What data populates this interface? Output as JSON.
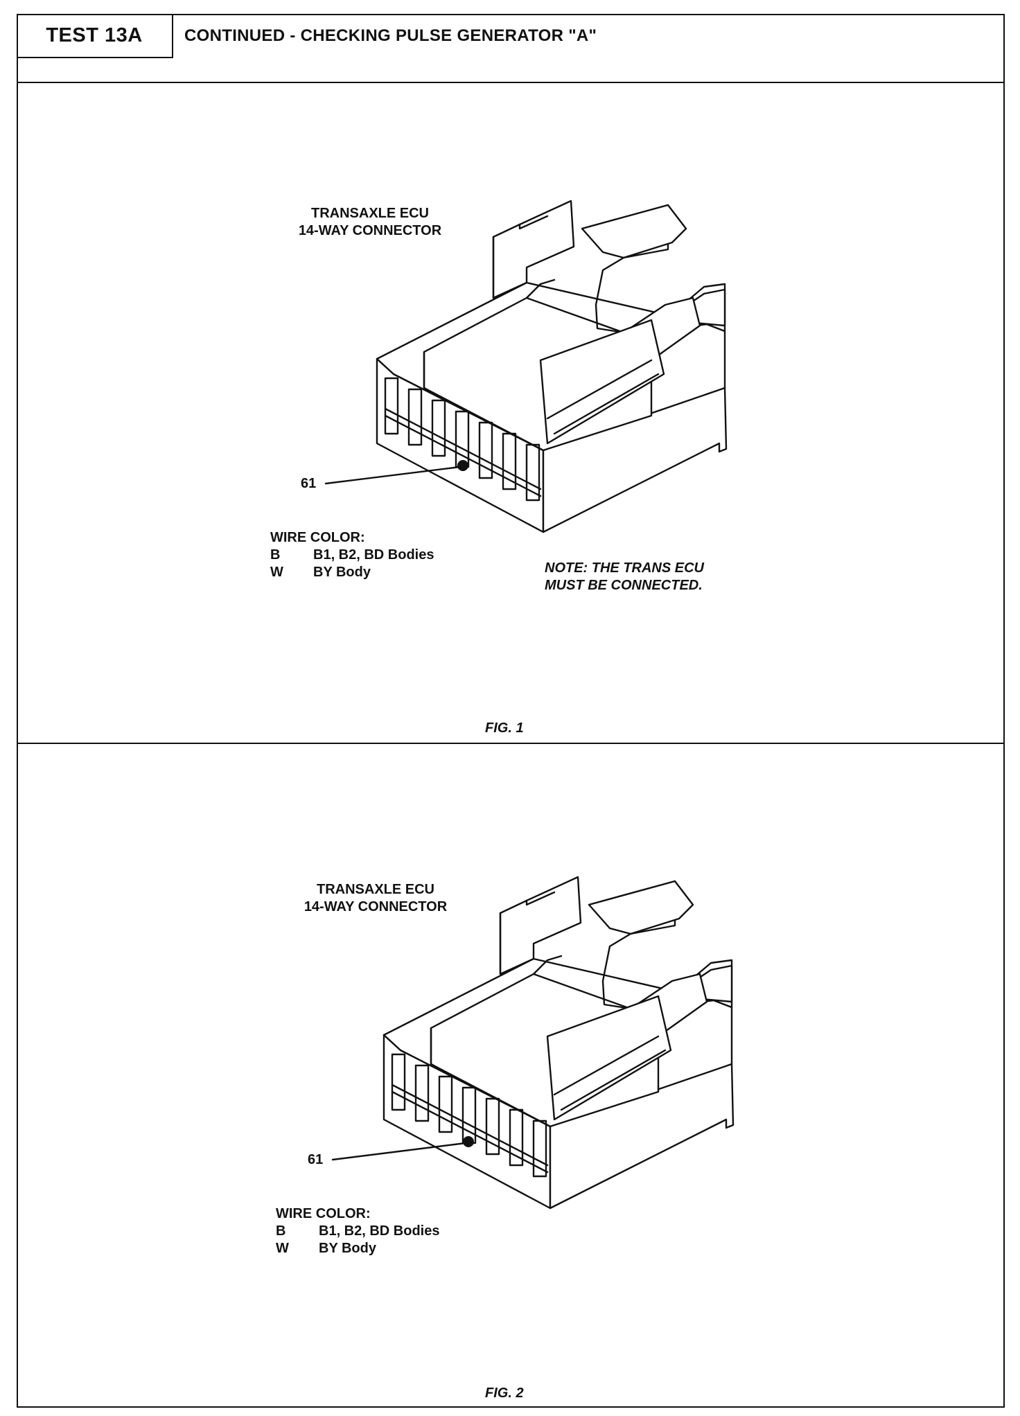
{
  "header": {
    "test_label": "TEST 13A",
    "title": "CONTINUED -  CHECKING PULSE GENERATOR \"A\""
  },
  "figures": [
    {
      "connector_title_line1": "TRANSAXLE ECU",
      "connector_title_line2": "14-WAY CONNECTOR",
      "pin_label": "61",
      "wire_color_heading": "WIRE COLOR:",
      "wires": [
        {
          "code": "B",
          "desc": "B1, B2, BD Bodies"
        },
        {
          "code": "W",
          "desc": "BY Body"
        }
      ],
      "note_line1": "NOTE:  THE TRANS ECU",
      "note_line2": "MUST BE CONNECTED.",
      "caption": "FIG. 1"
    },
    {
      "connector_title_line1": "TRANSAXLE ECU",
      "connector_title_line2": "14-WAY CONNECTOR",
      "pin_label": "61",
      "wire_color_heading": "WIRE COLOR:",
      "wires": [
        {
          "code": "B",
          "desc": "B1, B2, BD Bodies"
        },
        {
          "code": "W",
          "desc": "BY Body"
        }
      ],
      "caption": "FIG. 2"
    }
  ]
}
